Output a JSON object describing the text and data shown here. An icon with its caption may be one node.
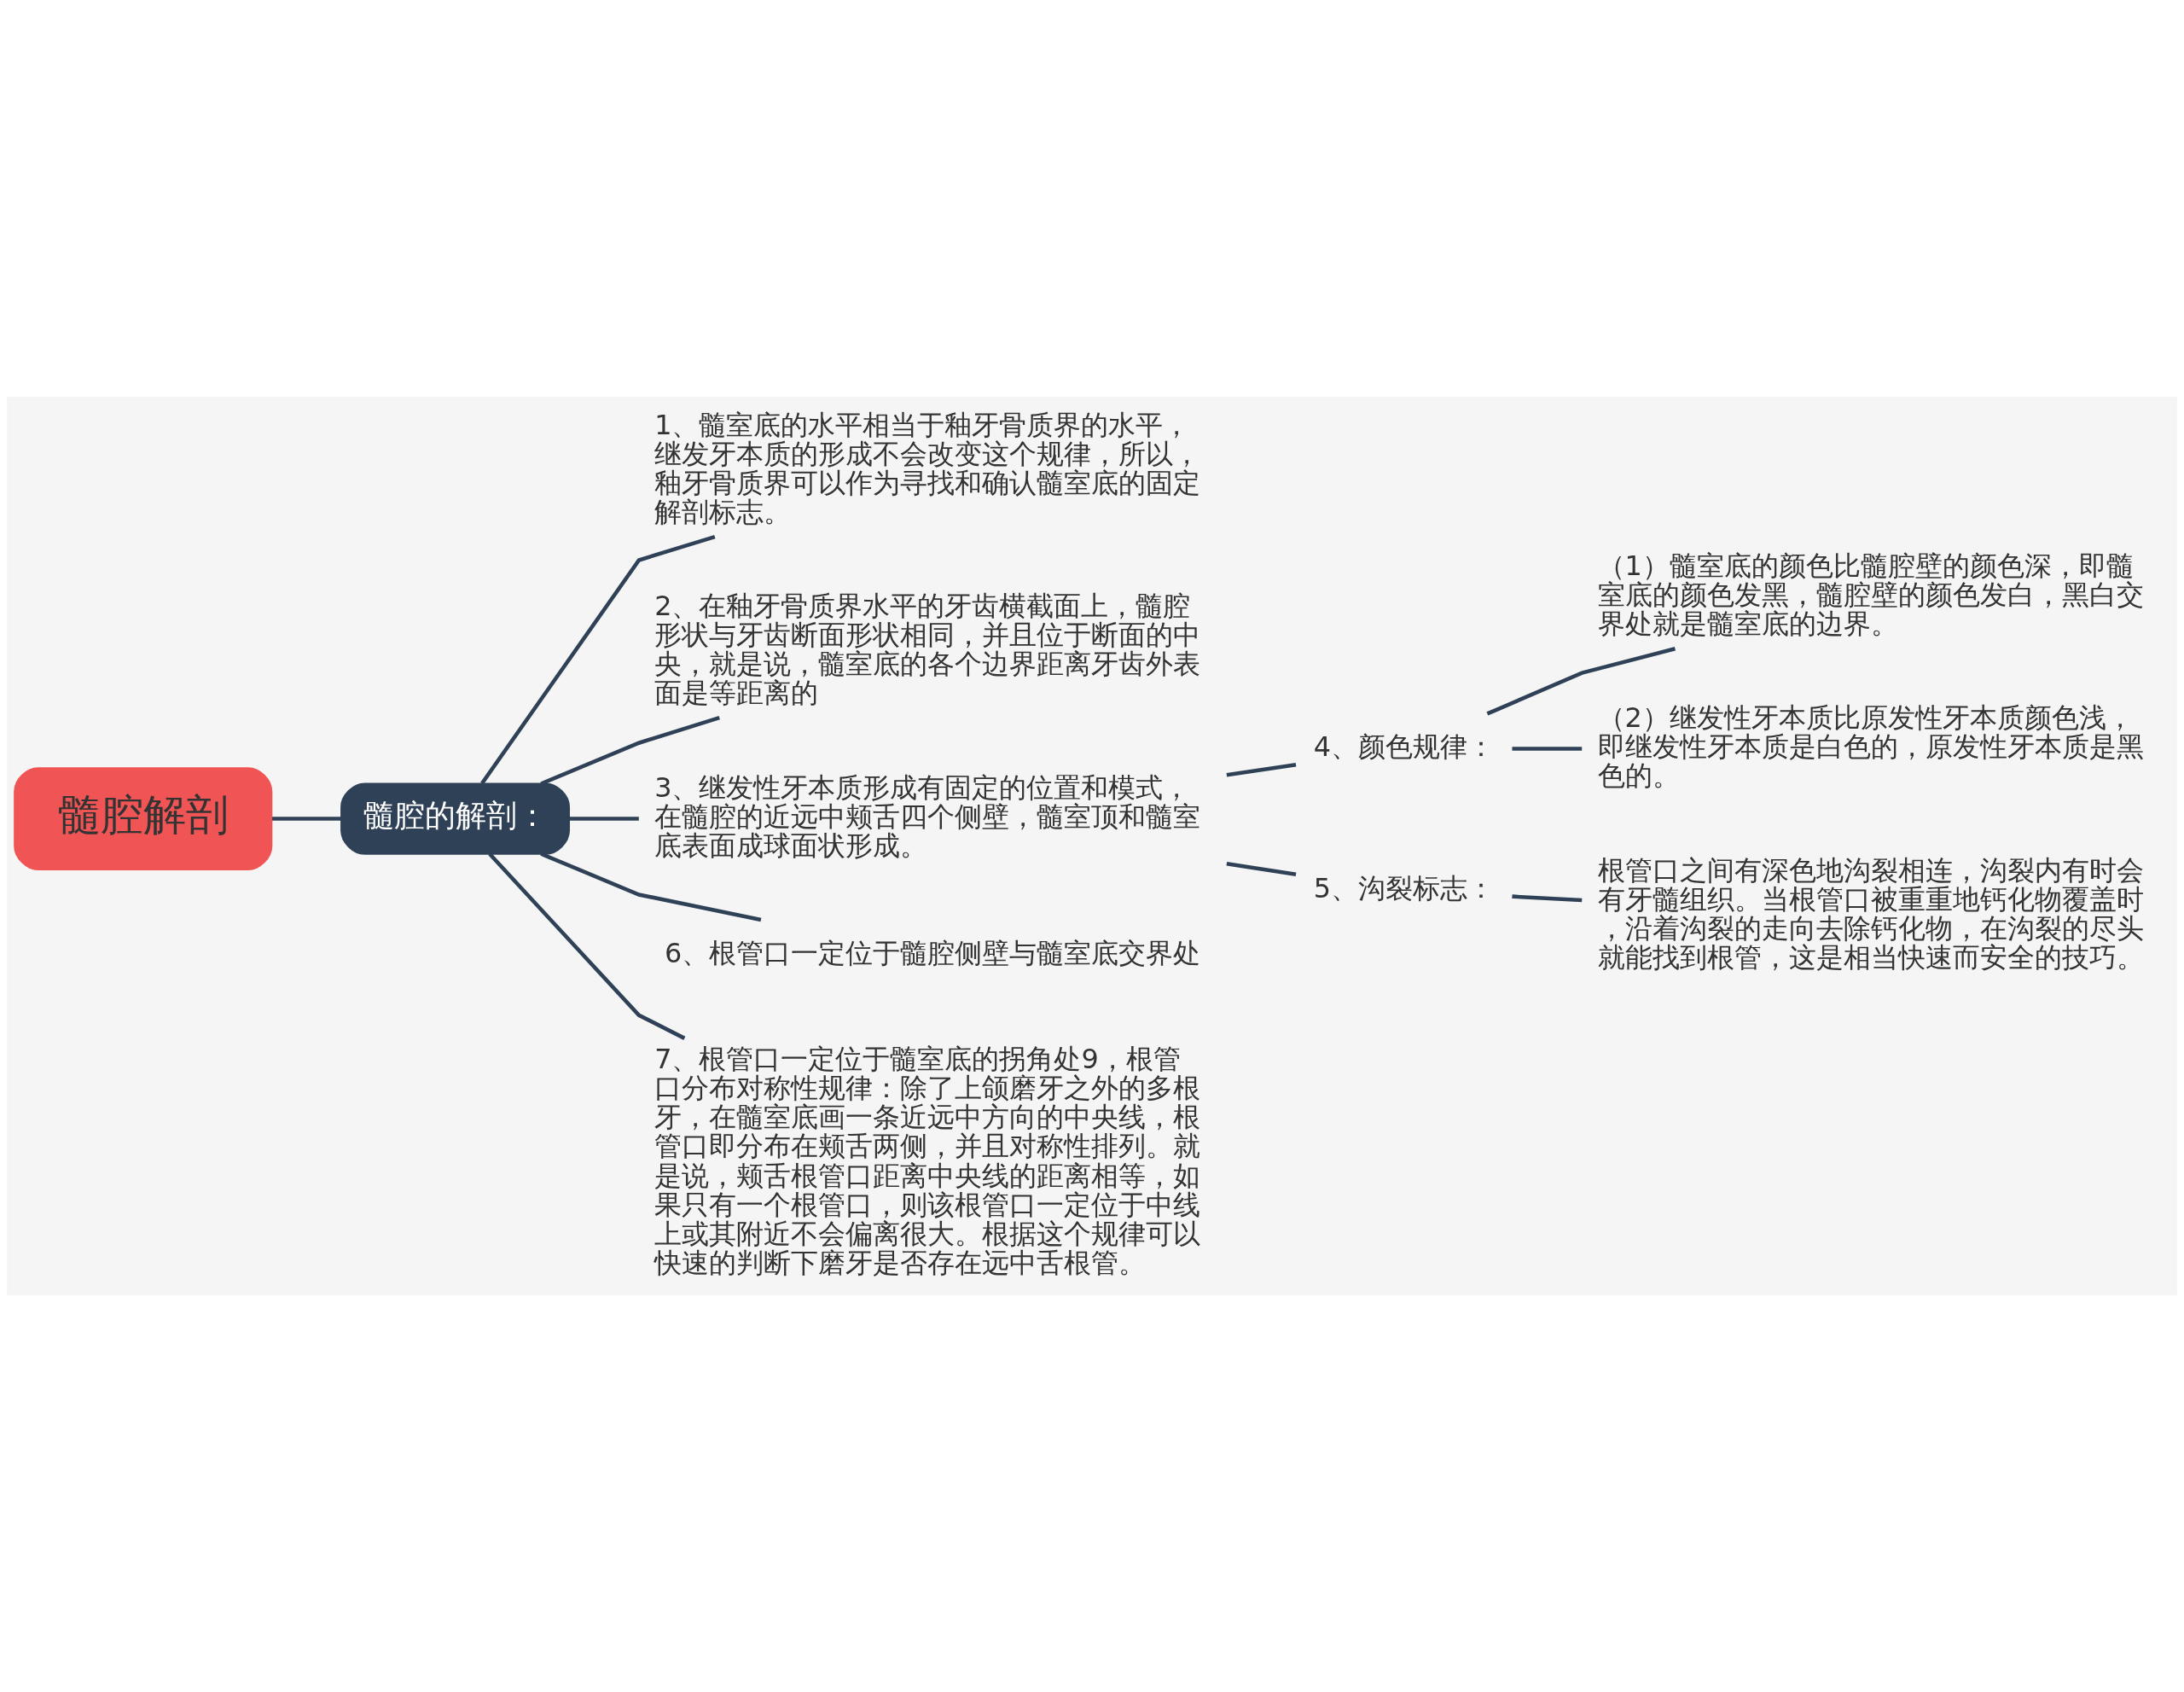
{
  "diagram": {
    "nodes": [
      {
        "text": [
          "髓腔解剖"
        ]
      },
      {
        "text": [
          "髓腔的解剖："
        ]
      },
      {
        "text": [
          "1、髓室底的水平相当于釉牙骨质界的水平，继发牙本质的形成不会改变这个规律，所以，釉牙骨质界可以作为寻找和确认髓室底的固定解剖标志。"
        ]
      },
      {
        "text": [
          "2、在釉牙骨质界水平的牙齿横截面上，髓腔形状与牙齿断面形状相同，并且位于断面的中央，就是说，髓室底的各个边界距离牙齿外表面是等距离的"
        ]
      },
      {
        "text": [
          "3、继发性牙本质形成有固定的位置和模式，在髓腔的近远中颊舌四个侧壁，髓室顶和髓室底表面成球面状形成。"
        ]
      },
      {
        "text": [
          "4、颜色规律："
        ]
      },
      {
        "text": [
          "（1）髓室底的颜色比髓腔壁的颜色深，即髓室底的颜色发黑，髓腔壁的颜色发白，黑白交界处就是髓室底的边界。"
        ]
      },
      {
        "text": [
          "（2）继发性牙本质比原发性牙本质颜色浅，即继发性牙本质是白色的，原发性牙本质是黑色的。"
        ]
      },
      {
        "text": [
          "5、沟裂标志："
        ]
      },
      {
        "text": [
          "根管口之间有深色地沟裂相连，沟裂内有时会有牙髓组织。当根管口被重重地钙化物覆盖时，沿着沟裂的走向去除钙化物，在沟裂的尽头就能找到根管，这是相当快速而安全的技巧。"
        ]
      },
      {
        "text": [
          "6、根管口一定位于髓腔侧壁与髓室底交界处"
        ]
      },
      {
        "text": [
          "7、根管口一定位于髓室底的拐角处9，根管口分布对称性规律：除了上颌磨牙之外的多根牙，在髓室底画一条近远中方向的中央线，根管口即分布在颊舌两侧，并且对称性排列。就是说，颊舌根管口距离中央线的距离相等，如果只有一个根管口，则该根管口一定位于中线上或其附近不会偏离很大。根据这个规律可以快速的判断下磨牙是否存在远中舌根管。"
        ]
      }
    ],
    "edges": [
      {
        "from": 0,
        "to": 1,
        "arrow": "none"
      },
      {
        "from": 1,
        "to": 2,
        "arrow": "none"
      },
      {
        "from": 1,
        "to": 3,
        "arrow": "none"
      },
      {
        "from": 1,
        "to": 4,
        "arrow": "none"
      },
      {
        "from": 1,
        "to": 10,
        "arrow": "none"
      },
      {
        "from": 1,
        "to": 11,
        "arrow": "none"
      },
      {
        "from": 4,
        "to": 5,
        "arrow": "none"
      },
      {
        "from": 4,
        "to": 8,
        "arrow": "none"
      },
      {
        "from": 5,
        "to": 6,
        "arrow": "none"
      },
      {
        "from": 5,
        "to": 7,
        "arrow": "none"
      },
      {
        "from": 8,
        "to": 9,
        "arrow": "none"
      }
    ]
  }
}
